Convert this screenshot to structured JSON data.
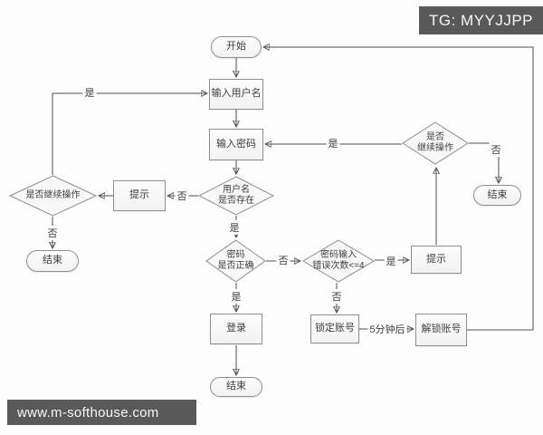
{
  "badge": {
    "text": "TG: MYYJJPP"
  },
  "watermark": {
    "text": "www.m-softhouse.com"
  },
  "colors": {
    "overlay_bg": "#595959",
    "overlay_text": "#f7f7f7",
    "node_fill": "#f8f8f8",
    "node_border": "#8f8f8f",
    "line": "#4f4f4f",
    "canvas_bg": "#fdfdfd"
  },
  "flowchart": {
    "nodes": [
      {
        "id": "start",
        "type": "terminator",
        "label": "开始"
      },
      {
        "id": "input-username",
        "type": "process",
        "label": "输入用户名"
      },
      {
        "id": "input-password",
        "type": "process",
        "label": "输入密码"
      },
      {
        "id": "username-exists",
        "type": "decision",
        "label": "用户名\n是否存在"
      },
      {
        "id": "prompt-left",
        "type": "process",
        "label": "提示"
      },
      {
        "id": "continue-left",
        "type": "decision",
        "label": "是否继续操作"
      },
      {
        "id": "end-left",
        "type": "terminator",
        "label": "结束"
      },
      {
        "id": "password-correct",
        "type": "decision",
        "label": "密码\n是否正确"
      },
      {
        "id": "error-count",
        "type": "decision",
        "label": "密码输入\n错误次数<=4"
      },
      {
        "id": "prompt-right",
        "type": "process",
        "label": "提示"
      },
      {
        "id": "continue-right",
        "type": "decision",
        "label": "是否\n继续操作"
      },
      {
        "id": "end-right",
        "type": "terminator",
        "label": "结束"
      },
      {
        "id": "login",
        "type": "process",
        "label": "登录"
      },
      {
        "id": "lock-account",
        "type": "process",
        "label": "锁定账号"
      },
      {
        "id": "unlock-account",
        "type": "process",
        "label": "解锁账号"
      },
      {
        "id": "end-bottom",
        "type": "terminator",
        "label": "结束"
      }
    ],
    "edge_labels": {
      "yes_continue_left": "是",
      "no_username_exists": "否",
      "no_continue_left": "否",
      "yes_username_exists": "是",
      "no_password_correct": "否",
      "yes_password_correct": "是",
      "yes_error_count": "是",
      "no_error_count": "否",
      "yes_continue_right": "是",
      "no_continue_right": "否",
      "after_5_minutes": "5分钟后"
    }
  }
}
